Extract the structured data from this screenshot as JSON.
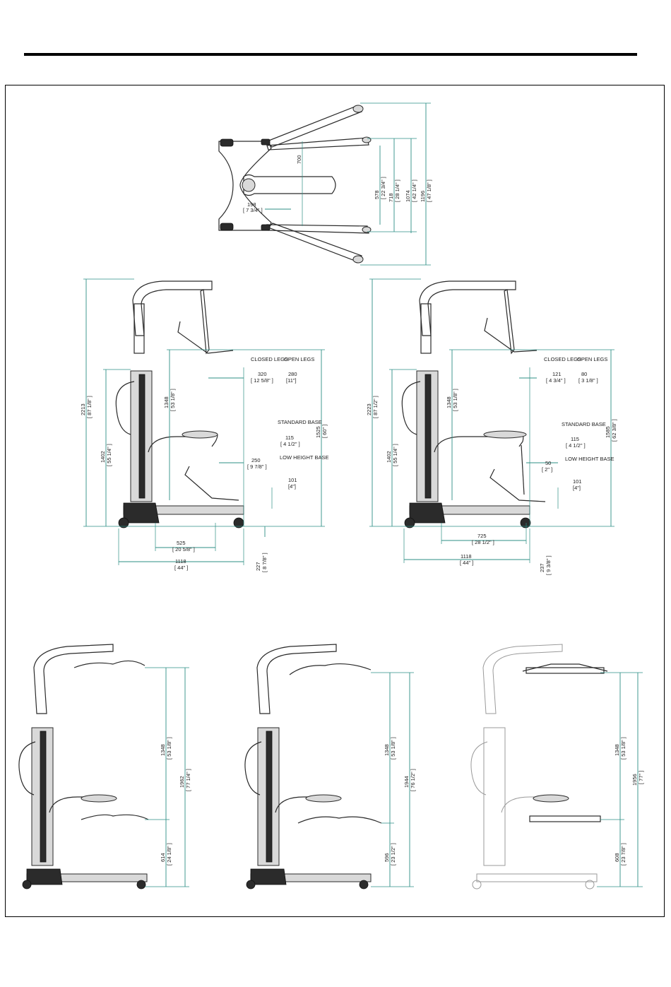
{
  "colors": {
    "dimension_line": "#2e8f86",
    "outline": "#2a2a2a",
    "frame": "#000000"
  },
  "top_view": {
    "dims": {
      "d700": "700",
      "d198": "198",
      "d198_in": "[ 7 3/4\" ]",
      "d578": "578",
      "d578_in": "[ 22 3/4\" ]",
      "d718": "718",
      "d718_in": "[ 28 1/4\" ]",
      "d1074": "1074",
      "d1074_in": "[ 42 1/4\" ]",
      "d1196": "1196",
      "d1196_in": "[ 47 1/8\" ]"
    }
  },
  "side_left": {
    "dims": {
      "d2213": "2213",
      "d2213_in": "[ 87 1/8\" ]",
      "d1402": "1402",
      "d1402_in": "[ 55 1/4\" ]",
      "d1348": "1348",
      "d1348_in": "[ 53 1/8\" ]",
      "d1525": "1525",
      "d1525_in": "[ 60\" ]",
      "closed_legs": "CLOSED LEGS",
      "open_legs": "OPEN LEGS",
      "d320": "320",
      "d320_in": "[ 12 5/8\" ]",
      "d280": "280",
      "d280_in": "[11\"]",
      "standard_base": "STANDARD BASE",
      "d115": "115",
      "d115_in": "[ 4 1/2\" ]",
      "d250": "250",
      "d250_in": "[ 9 7/8\" ]",
      "low_height_base": "LOW HEIGHT BASE",
      "d101": "101",
      "d101_in": "[4\"]",
      "d525": "525",
      "d525_in": "[ 20 5/8\" ]",
      "d1118": "1118",
      "d1118_in": "[ 44\" ]",
      "d227": "227",
      "d227_in": "[ 8 7/8\" ]"
    }
  },
  "side_right": {
    "dims": {
      "d2223": "2223",
      "d2223_in": "[ 87 1/2\" ]",
      "d1402": "1402",
      "d1402_in": "[ 55 1/4\" ]",
      "d1348": "1348",
      "d1348_in": "[ 53 1/8\" ]",
      "d1585": "1585",
      "d1585_in": "[ 62 3/8\" ]",
      "closed_legs": "CLOSED LEGS",
      "open_legs": "OPEN LEGS",
      "d121": "121",
      "d121_in": "[ 4 3/4\" ]",
      "d80": "80",
      "d80_in": "[ 3 1/8\" ]",
      "standard_base": "STANDARD BASE",
      "d115": "115",
      "d115_in": "[ 4 1/2\" ]",
      "d50": "50",
      "d50_in": "[ 2\" ]",
      "low_height_base": "LOW HEIGHT BASE",
      "d101": "101",
      "d101_in": "[4\"]",
      "d725": "725",
      "d725_in": "[ 28 1/2\" ]",
      "d1118": "1118",
      "d1118_in": "[ 44\" ]",
      "d237": "237",
      "d237_in": "[ 9 3/8\" ]"
    }
  },
  "bottom_1": {
    "dims": {
      "d1348": "1348",
      "d1348_in": "[ 53 1/8\" ]",
      "d1962": "1962",
      "d1962_in": "[ 77 1/4\" ]",
      "d614": "614",
      "d614_in": "[ 24 1/8\" ]"
    }
  },
  "bottom_2": {
    "dims": {
      "d1348": "1348",
      "d1348_in": "[ 53 1/8\" ]",
      "d1944": "1944",
      "d1944_in": "[ 76 1/2\" ]",
      "d596": "596",
      "d596_in": "[ 23 1/2\" ]"
    }
  },
  "bottom_3": {
    "dims": {
      "d1348": "1348",
      "d1348_in": "[ 53 1/8\" ]",
      "d1956": "1956",
      "d1956_in": "[ 77\" ]",
      "d608": "608",
      "d608_in": "[ 23 7/8\" ]"
    }
  }
}
